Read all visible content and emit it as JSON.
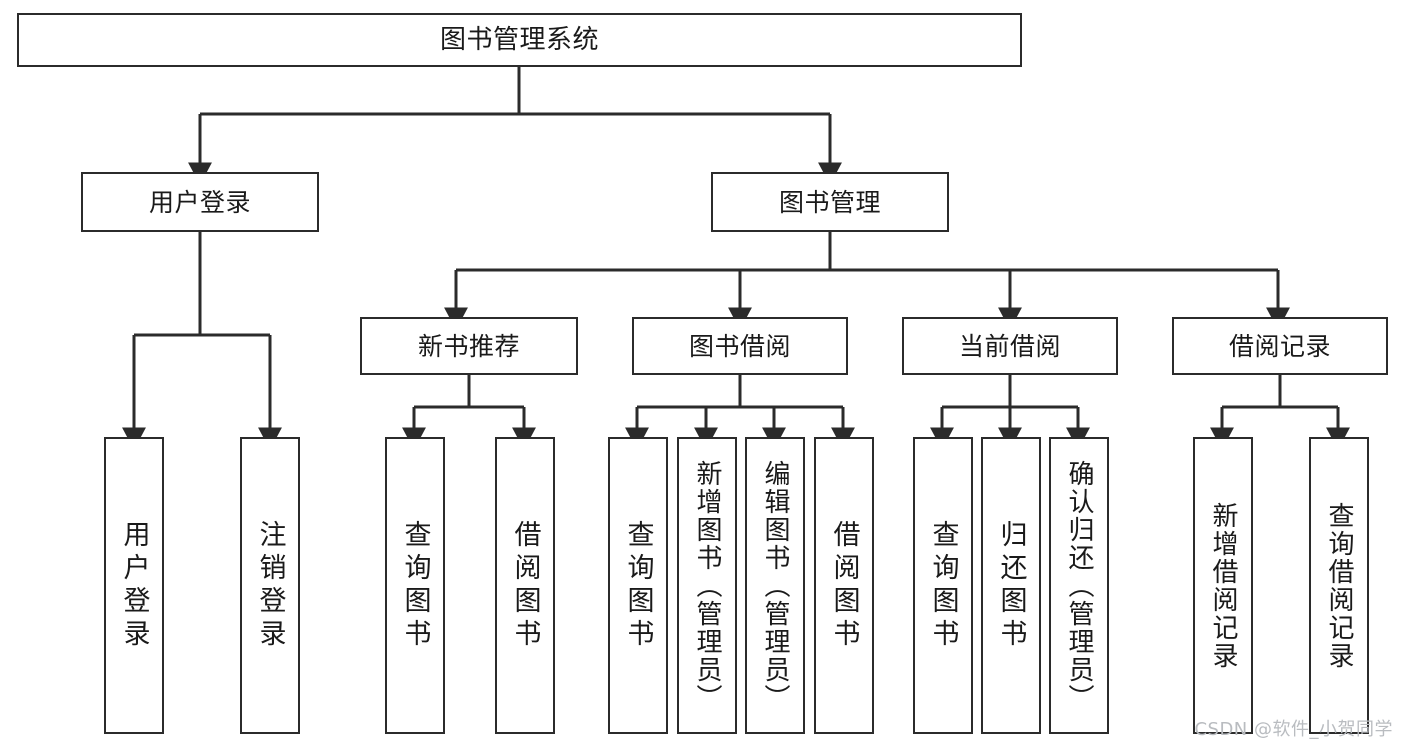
{
  "diagram": {
    "title": "图书管理系统",
    "type": "tree",
    "root": {
      "id": "root",
      "label": "图书管理系统"
    },
    "level1": [
      {
        "id": "user-login",
        "label": "用户登录"
      },
      {
        "id": "book-manage",
        "label": "图书管理"
      }
    ],
    "level2": [
      {
        "id": "new-book-rec",
        "label": "新书推荐",
        "parent": "book-manage"
      },
      {
        "id": "book-borrow",
        "label": "图书借阅",
        "parent": "book-manage"
      },
      {
        "id": "current-borrow",
        "label": "当前借阅",
        "parent": "book-manage"
      },
      {
        "id": "borrow-record",
        "label": "借阅记录",
        "parent": "book-manage"
      }
    ],
    "leaves": [
      {
        "id": "leaf-user-login",
        "label": "用户登录",
        "parent": "user-login"
      },
      {
        "id": "leaf-logout",
        "label": "注销登录",
        "parent": "user-login"
      },
      {
        "id": "leaf-query-book-1",
        "label": "查询图书",
        "parent": "new-book-rec"
      },
      {
        "id": "leaf-borrow-book-1",
        "label": "借阅图书",
        "parent": "new-book-rec"
      },
      {
        "id": "leaf-query-book-2",
        "label": "查询图书",
        "parent": "book-borrow"
      },
      {
        "id": "leaf-add-book",
        "label": "新增图书（管理员）",
        "parent": "book-borrow"
      },
      {
        "id": "leaf-edit-book",
        "label": "编辑图书（管理员）",
        "parent": "book-borrow"
      },
      {
        "id": "leaf-borrow-book-2",
        "label": "借阅图书",
        "parent": "book-borrow"
      },
      {
        "id": "leaf-query-book-3",
        "label": "查询图书",
        "parent": "current-borrow"
      },
      {
        "id": "leaf-return-book",
        "label": "归还图书",
        "parent": "current-borrow"
      },
      {
        "id": "leaf-confirm-return",
        "label": "确认归还（管理员）",
        "parent": "current-borrow"
      },
      {
        "id": "leaf-add-record",
        "label": "新增借阅记录",
        "parent": "borrow-record"
      },
      {
        "id": "leaf-query-record",
        "label": "查询借阅记录",
        "parent": "borrow-record"
      }
    ],
    "colors": {
      "stroke": "#2b2b2b",
      "fill": "#ffffff",
      "text": "#1a1a1a",
      "watermark": "#b9bcc0"
    }
  },
  "watermark": {
    "text": "CSDN @软件_小贺同学"
  }
}
